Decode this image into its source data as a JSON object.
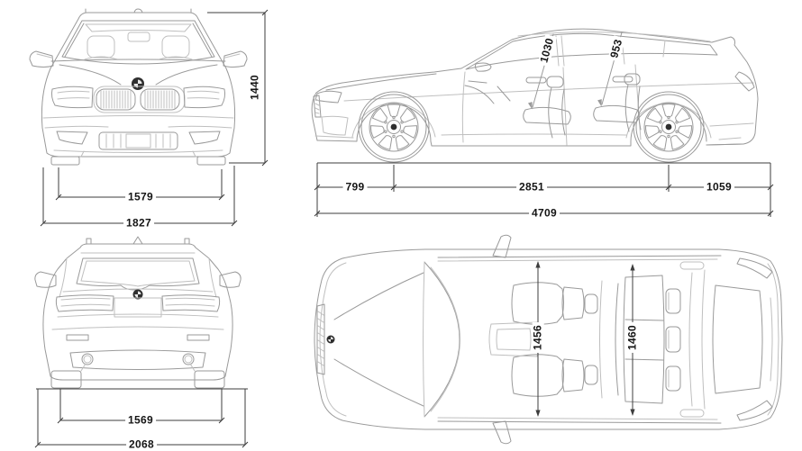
{
  "page": {
    "kind": "car-dimensions-blueprint",
    "background_color": "#ffffff"
  },
  "colors": {
    "artwork_line": "#9a9a9a",
    "artwork_light_line": "#bfbfbf",
    "dimension_line": "#3d3d3d",
    "label_text": "#151515"
  },
  "icons": {
    "logo": "bmw-roundel-icon"
  },
  "views": {
    "front": {
      "id": "front-view",
      "position": "top-left",
      "dimension_labels": [
        "1579",
        "1827",
        "1440"
      ]
    },
    "side": {
      "id": "side-view",
      "position": "top-right",
      "dimension_labels": [
        "1030",
        "953",
        "799",
        "2851",
        "1059",
        "4709"
      ]
    },
    "rear": {
      "id": "rear-view",
      "position": "bottom-left",
      "dimension_labels": [
        "1569",
        "2068"
      ]
    },
    "top": {
      "id": "top-view",
      "position": "bottom-right",
      "dimension_labels": [
        "1456",
        "1460"
      ]
    }
  },
  "dimensions": {
    "front_track": {
      "value": "1579",
      "view": "front",
      "orientation": "horizontal"
    },
    "overall_width": {
      "value": "1827",
      "view": "front",
      "orientation": "horizontal"
    },
    "overall_height": {
      "value": "1440",
      "view": "front",
      "orientation": "vertical"
    },
    "front_interior_height": {
      "value": "1030",
      "view": "side",
      "orientation": "diagonal-leader"
    },
    "rear_interior_height": {
      "value": "953",
      "view": "side",
      "orientation": "diagonal-leader"
    },
    "front_overhang": {
      "value": "799",
      "view": "side",
      "orientation": "horizontal"
    },
    "wheelbase": {
      "value": "2851",
      "view": "side",
      "orientation": "horizontal"
    },
    "rear_overhang": {
      "value": "1059",
      "view": "side",
      "orientation": "horizontal"
    },
    "overall_length": {
      "value": "4709",
      "view": "side",
      "orientation": "horizontal"
    },
    "rear_track": {
      "value": "1569",
      "view": "rear",
      "orientation": "horizontal"
    },
    "overall_width_incl_mirrors": {
      "value": "2068",
      "view": "rear",
      "orientation": "horizontal"
    },
    "front_interior_width": {
      "value": "1456",
      "view": "top",
      "orientation": "vertical"
    },
    "rear_interior_width": {
      "value": "1460",
      "view": "top",
      "orientation": "vertical"
    }
  }
}
